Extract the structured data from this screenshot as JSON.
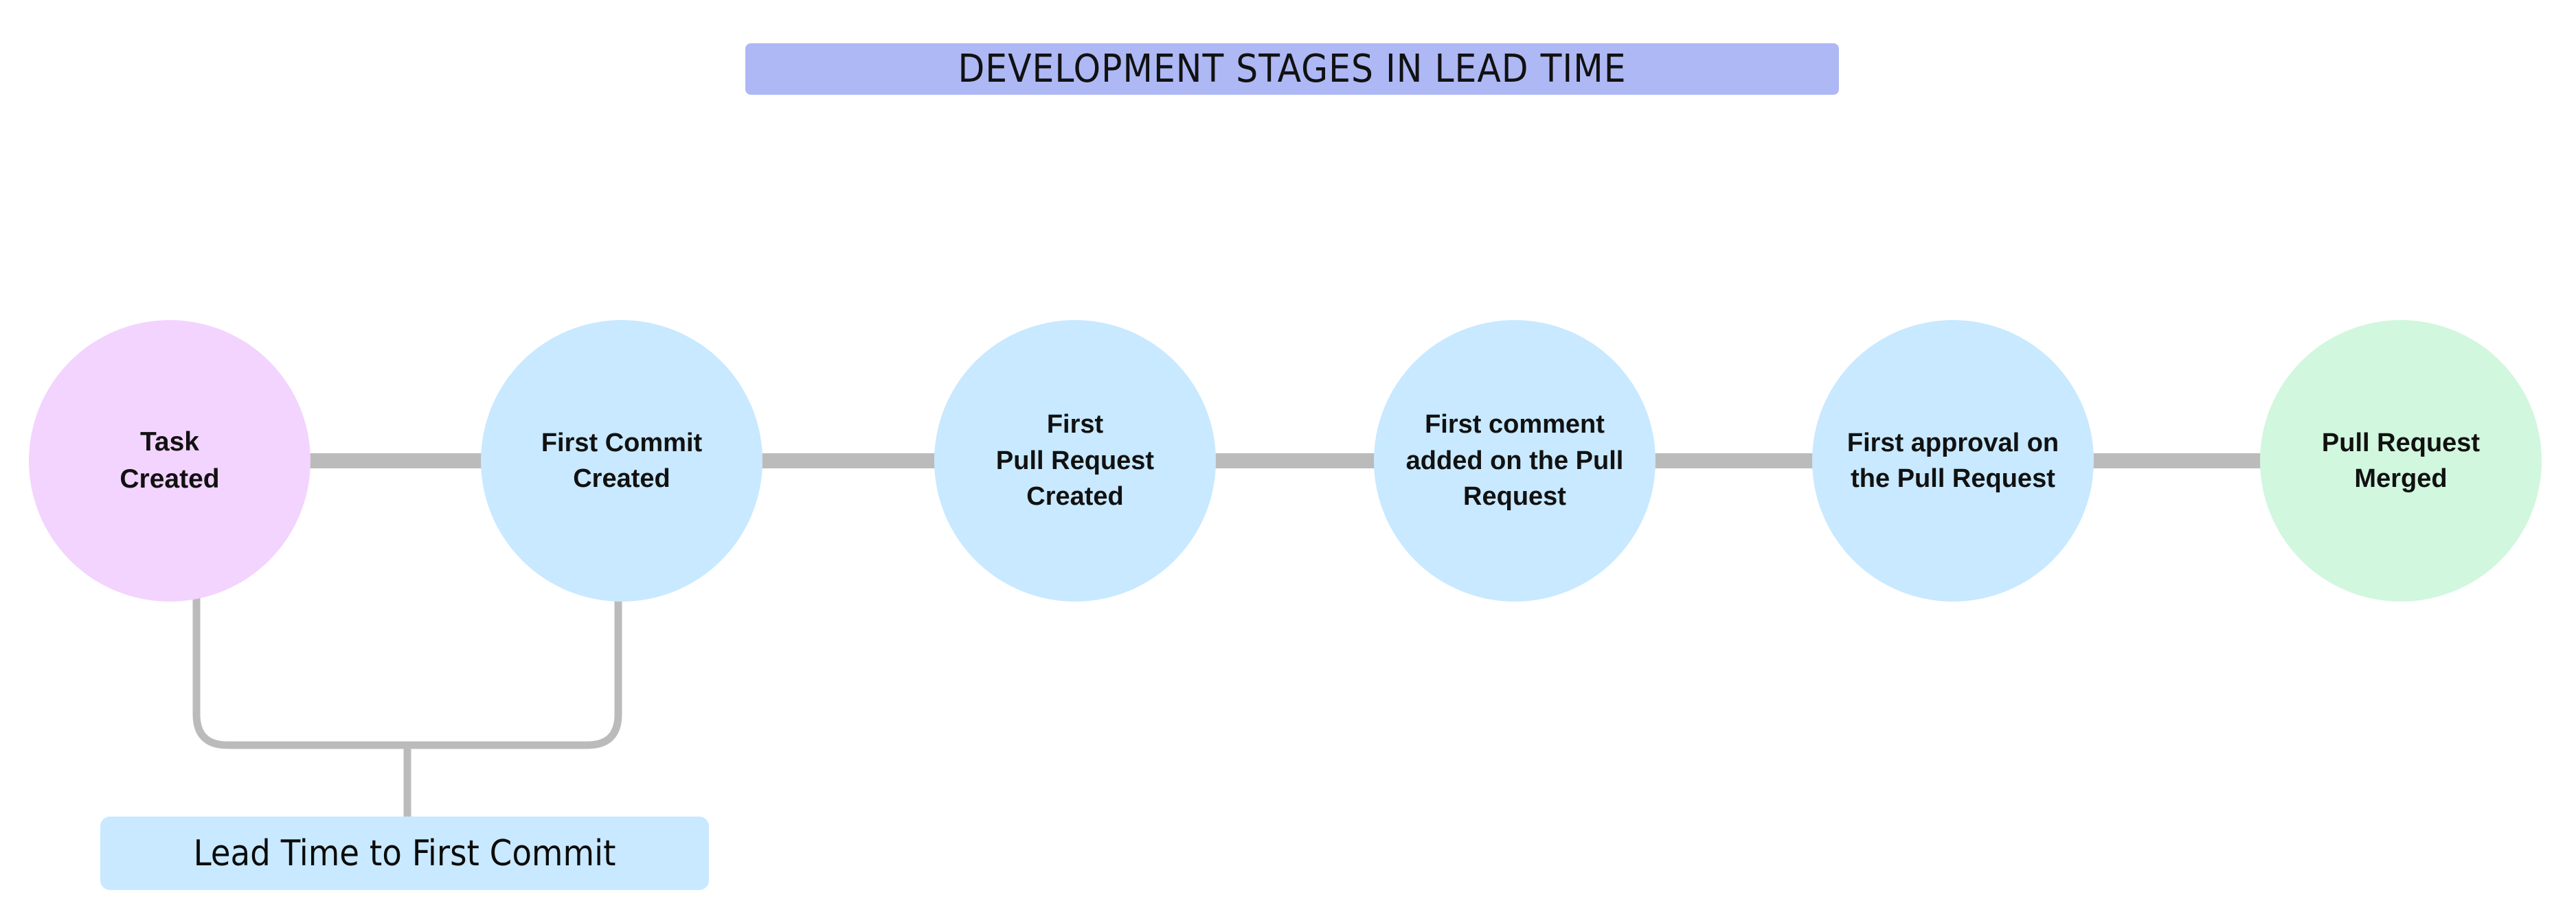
{
  "diagram": {
    "title": "DEVELOPMENT STAGES IN LEAD TIME",
    "title_bg": "#aeb8f5",
    "background": "#ffffff",
    "connector_color": "#bbbbbb",
    "stages": [
      {
        "id": "task-created",
        "label": "Task\nCreated",
        "color": "#f3d4fe"
      },
      {
        "id": "first-commit",
        "label": "First Commit\nCreated",
        "color": "#c8e9ff"
      },
      {
        "id": "first-pr-created",
        "label": "First\nPull Request\nCreated",
        "color": "#c8e9ff"
      },
      {
        "id": "first-comment",
        "label": "First comment\nadded on the Pull\nRequest",
        "color": "#c8e9ff"
      },
      {
        "id": "first-approval",
        "label": "First approval on\nthe Pull Request",
        "color": "#c8e9ff"
      },
      {
        "id": "pr-merged",
        "label": "Pull Request\nMerged",
        "color": "#d1f7de"
      }
    ],
    "annotation": {
      "label": "Lead Time to First Commit",
      "bg": "#c8e9ff",
      "spans_from": "Task Created",
      "spans_to": "First Commit Created"
    }
  }
}
